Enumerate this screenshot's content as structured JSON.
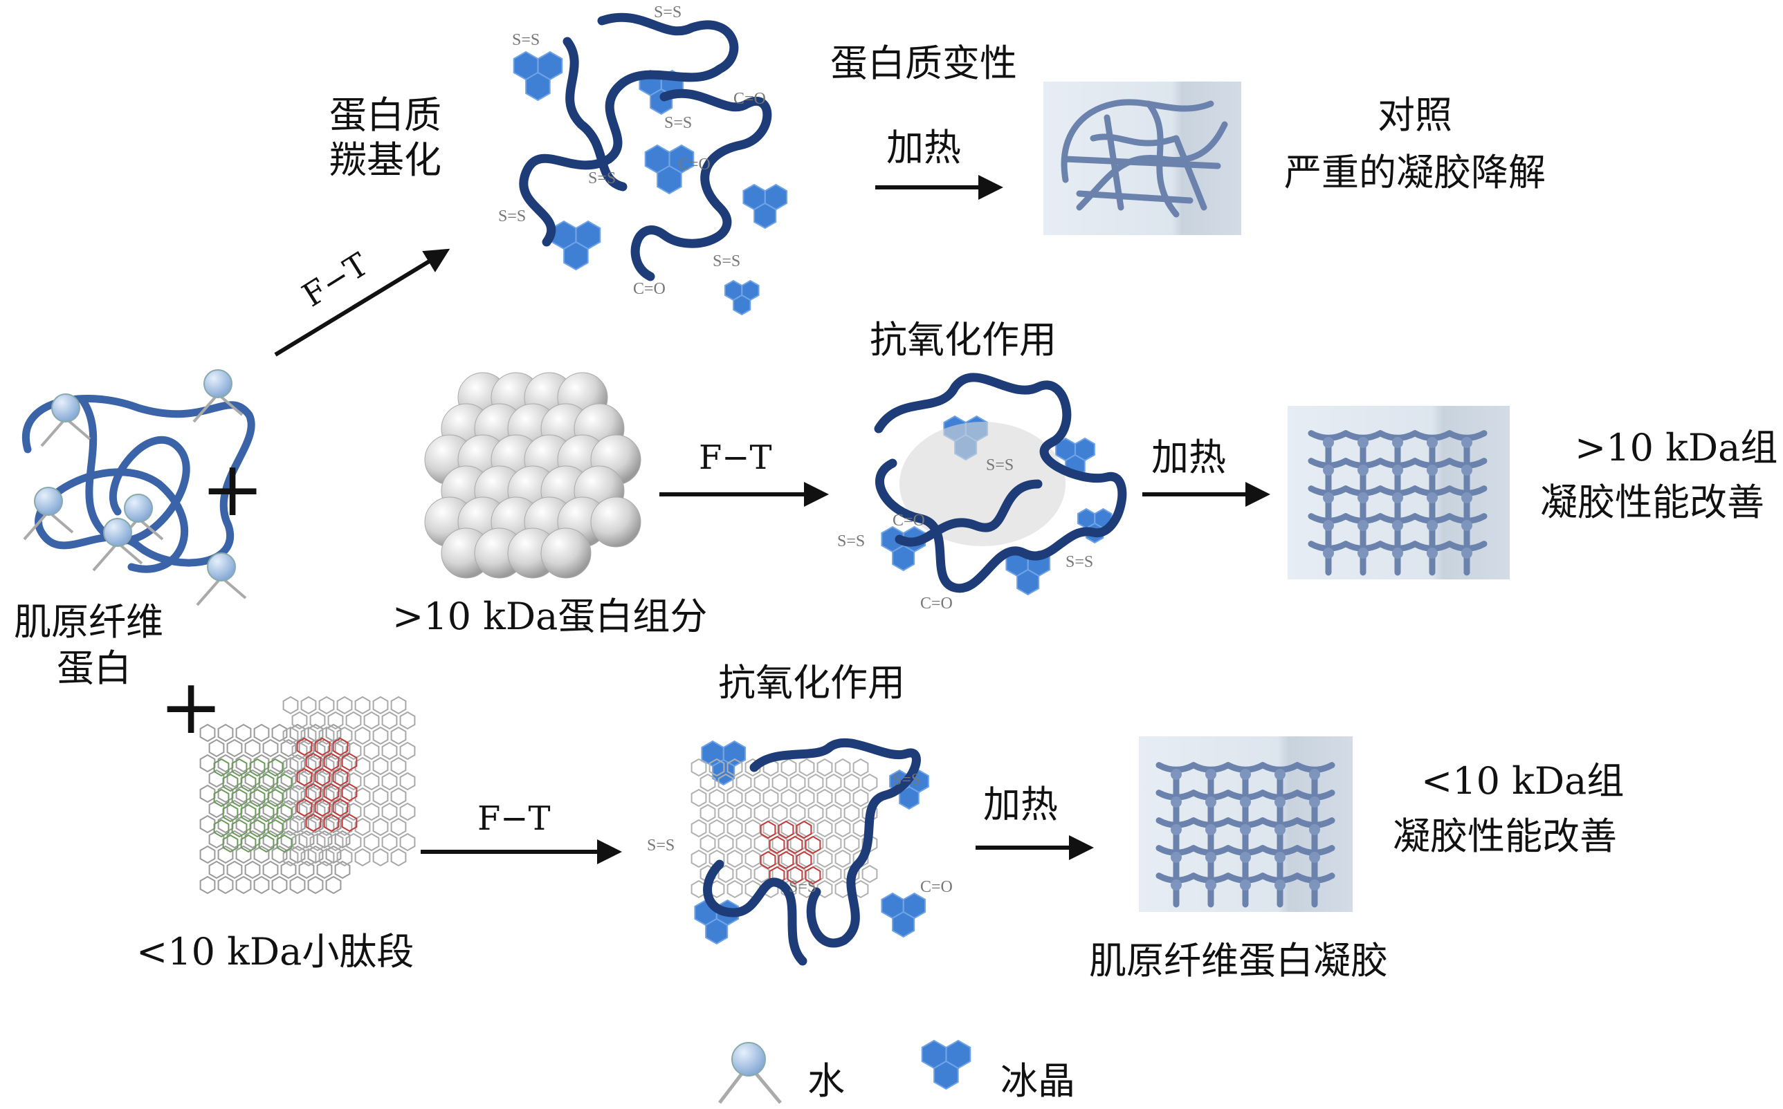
{
  "labels": {
    "carbonylation": [
      "蛋白质",
      "羰基化"
    ],
    "denaturation": "蛋白质变性",
    "heating": "加热",
    "freeze_thaw": "F−T",
    "control_title": "对照",
    "control_desc": "严重的凝胶降解",
    "antioxidation": "抗氧化作用",
    "myofibrillar_protein": [
      "肌原纤维",
      "蛋白"
    ],
    "large_fraction": ">10 kDa蛋白组分",
    "small_peptides": "<10 kDa小肽段",
    "large_group_title": ">10 kDa组",
    "small_group_title": "<10 kDa组",
    "gel_improved": "凝胶性能改善",
    "gel_caption": "肌原纤维蛋白凝胶",
    "plus": "+"
  },
  "chem": {
    "disulfide": "S=S",
    "carbonyl": "C=O"
  },
  "legend": {
    "water_icon": "water-molecule-icon",
    "water_label": "水",
    "ice_icon": "ice-crystal-icon",
    "ice_label": "冰晶"
  },
  "colors": {
    "protein": "#1d3c78",
    "ice": "#3f80d4",
    "gel": "#6a82ac",
    "water": "#a9c6ea"
  }
}
